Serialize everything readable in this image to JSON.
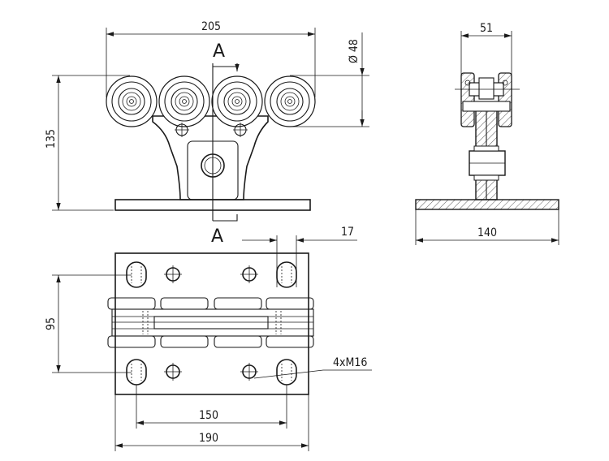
{
  "front_view": {
    "width_label": "205",
    "height_label": "135",
    "wheel_diameter_label": "Ø 48",
    "section_top_label": "A",
    "section_bottom_label": "A"
  },
  "side_view": {
    "top_width_label": "51",
    "base_width_label": "140"
  },
  "plan_view": {
    "slot_width_label": "17",
    "vertical_spacing_label": "95",
    "hole_label": "4xM16",
    "inner_spacing_label": "150",
    "base_length_label": "190"
  }
}
